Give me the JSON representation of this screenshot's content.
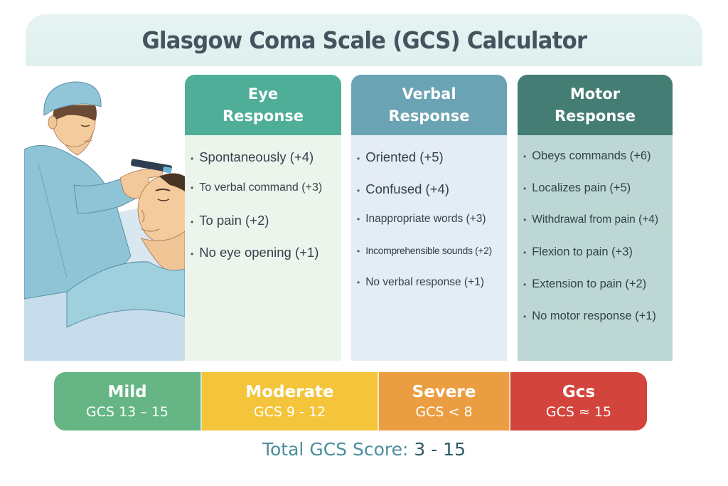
{
  "title": "Glasgow Coma Scale (GCS) Calculator",
  "colors": {
    "eye_header": "#4fae98",
    "verbal_header": "#6aa3b3",
    "motor_header": "#447d74",
    "mild": "#66b584",
    "moderate": "#f4c43a",
    "severe": "#eb9e41",
    "gcs": "#d3443c",
    "total_label": "#4c8e9c"
  },
  "illustration": {
    "description": "Clinician in scrubs examining a reclining patient's eyes with a penlight"
  },
  "columns": [
    {
      "id": "eye",
      "title_line1": "Eye",
      "title_line2": "Response",
      "items": [
        "Spontaneously  (+4)",
        "To verbal command (+3)",
        "To pain (+2)",
        "No eye opening (+1)"
      ]
    },
    {
      "id": "verbal",
      "title_line1": "Verbal",
      "title_line2": "Response",
      "items": [
        "Oriented (+5)",
        "Confused (+4)",
        "Inappropriate words (+3)",
        "Incomprehensible sounds (+2)",
        "No verbal response (+1)"
      ]
    },
    {
      "id": "motor",
      "title_line1": "Motor",
      "title_line2": "Response",
      "items": [
        "Obeys commands (+6)",
        "Localizes pain (+5)",
        "Withdrawal from pain (+4)",
        "Flexion to pain (+3)",
        "Extension to pain (+2)",
        "No motor response (+1)"
      ]
    }
  ],
  "severity": [
    {
      "name": "Mild",
      "range": "GCS 13 – 15"
    },
    {
      "name": "Moderate",
      "range": "GCS 9 - 12"
    },
    {
      "name": "Severe",
      "range": "GCS < 8"
    },
    {
      "name": "Gcs",
      "range": "GCS ≈ 15"
    }
  ],
  "total": {
    "label": "Total GCS Score: ",
    "value": "3 - 15"
  }
}
